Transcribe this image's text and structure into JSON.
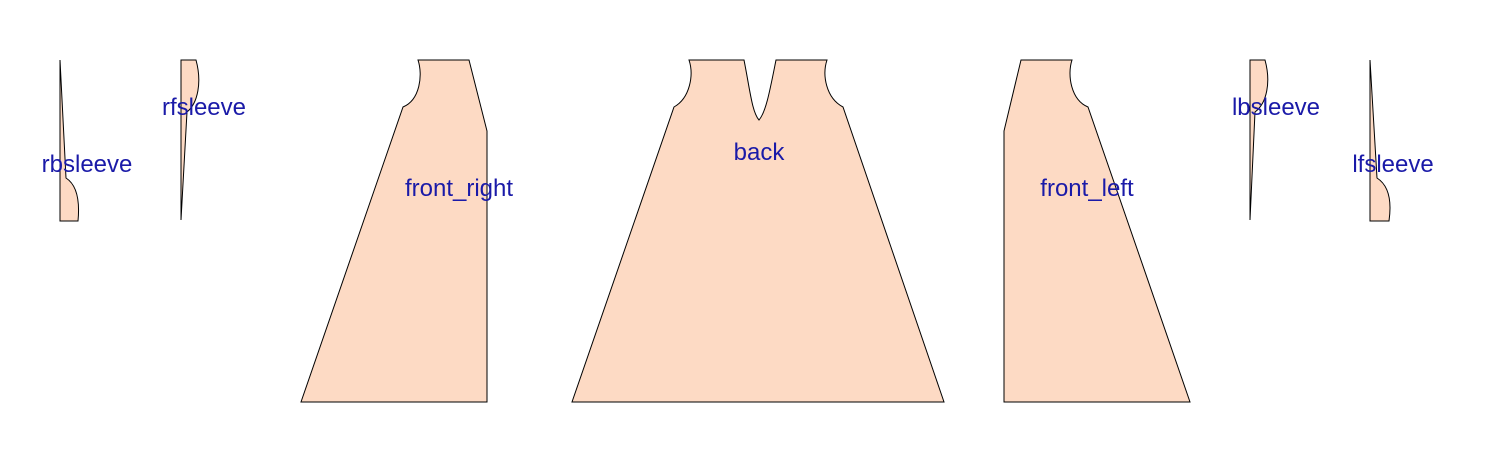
{
  "colors": {
    "fabric": "#FDDAC4",
    "outline": "#000000",
    "label": "#1A1AA8",
    "background": "#FFFFFF"
  },
  "pieces": [
    {
      "id": "rbsleeve",
      "label": "rbsleeve"
    },
    {
      "id": "rfsleeve",
      "label": "rfsleeve"
    },
    {
      "id": "front_right",
      "label": "front_right"
    },
    {
      "id": "back",
      "label": "back"
    },
    {
      "id": "front_left",
      "label": "front_left"
    },
    {
      "id": "lbsleeve",
      "label": "lbsleeve"
    },
    {
      "id": "lfsleeve",
      "label": "lfsleeve"
    }
  ]
}
